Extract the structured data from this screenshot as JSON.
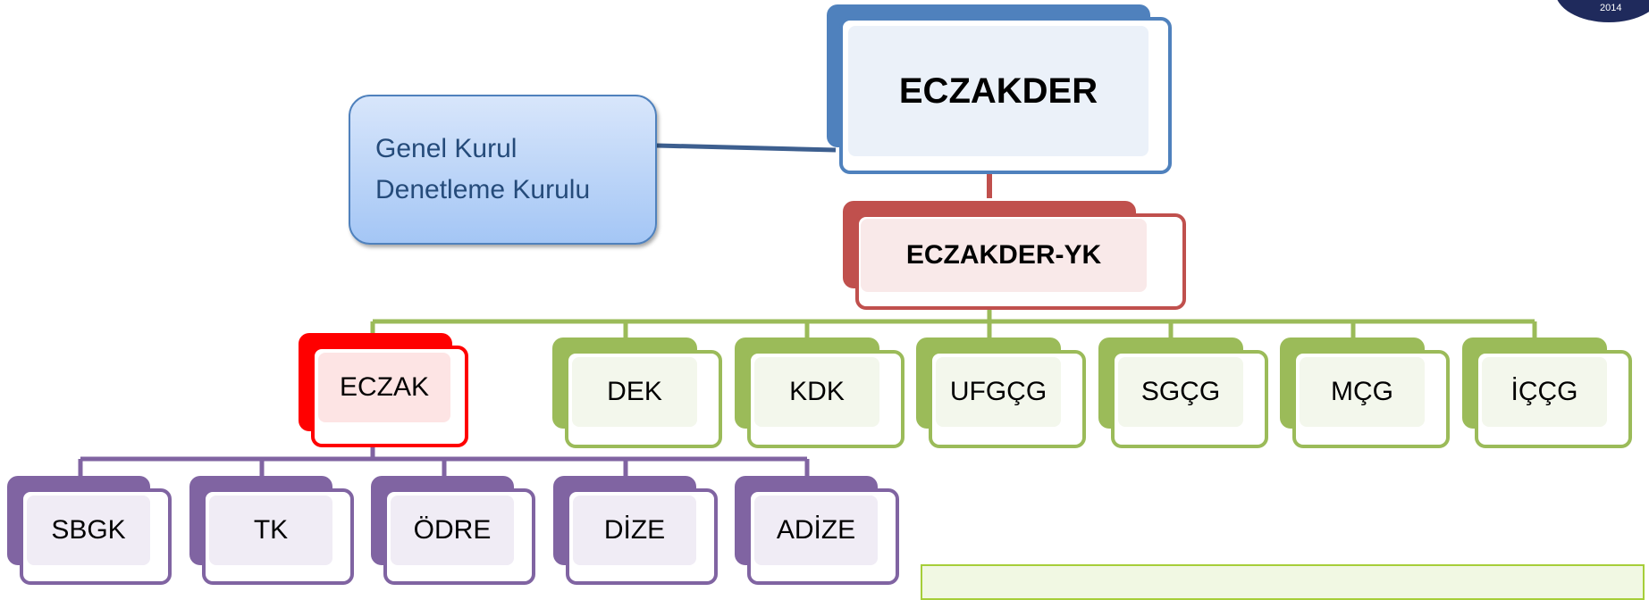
{
  "diagram": {
    "root": {
      "label": "ECZAKDER"
    },
    "side_box": {
      "line1": "Genel Kurul",
      "line2": "Denetleme Kurulu"
    },
    "board": {
      "label": "ECZAKDER-YK"
    },
    "level2": [
      {
        "label": "ECZAK",
        "color": "red"
      },
      {
        "label": "DEK",
        "color": "green"
      },
      {
        "label": "KDK",
        "color": "green"
      },
      {
        "label": "UFGÇG",
        "color": "green"
      },
      {
        "label": "SGÇG",
        "color": "green"
      },
      {
        "label": "MÇG",
        "color": "green"
      },
      {
        "label": "İÇÇG",
        "color": "green"
      }
    ],
    "level3": [
      {
        "label": "SBGK",
        "color": "purple"
      },
      {
        "label": "TK",
        "color": "purple"
      },
      {
        "label": "ÖDRE",
        "color": "purple"
      },
      {
        "label": "DİZE",
        "color": "purple"
      },
      {
        "label": "ADİZE",
        "color": "purple"
      }
    ]
  },
  "logo": {
    "year": "2014"
  },
  "colors": {
    "root_blue": "#4f81bd",
    "board_red": "#c0504d",
    "eczak_red": "#ff0000",
    "group_green": "#9bbb59",
    "subgroup_purple": "#8064a2"
  }
}
